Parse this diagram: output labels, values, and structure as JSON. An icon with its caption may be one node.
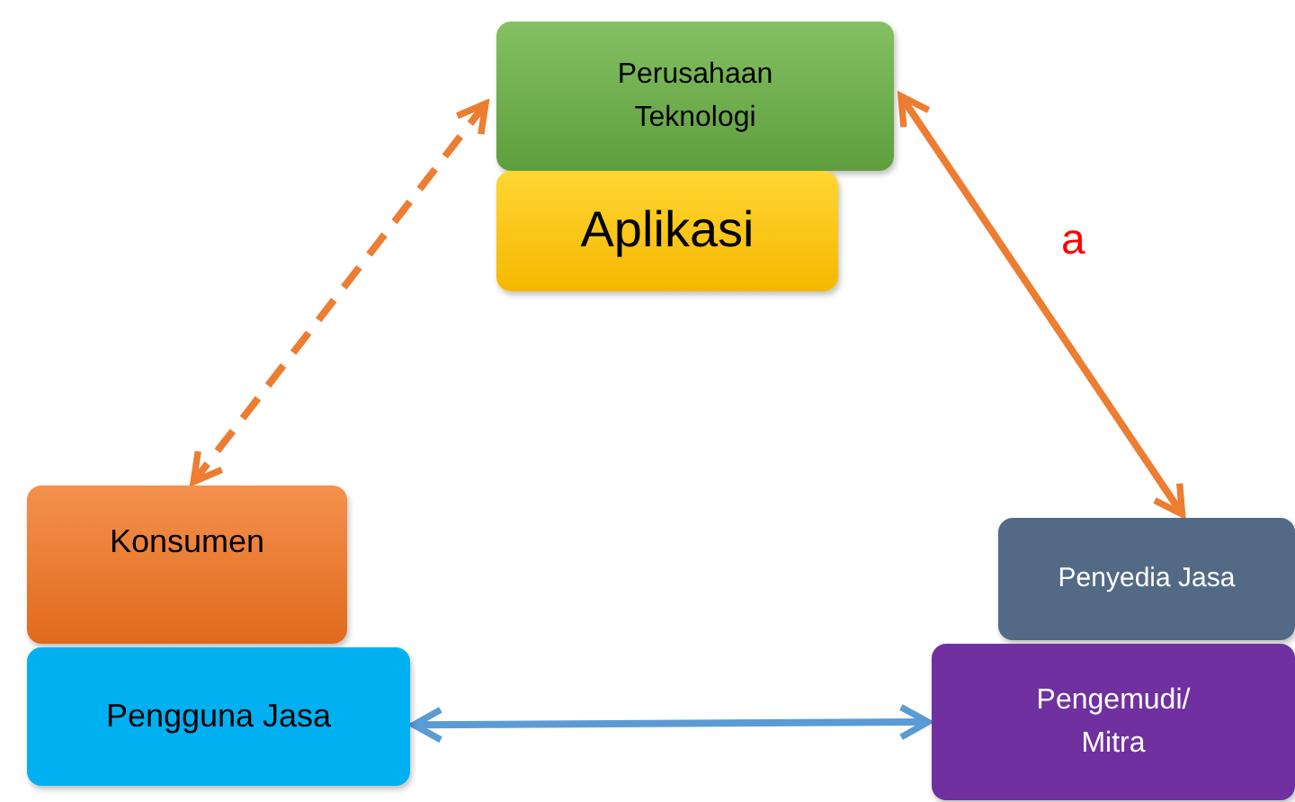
{
  "diagram": {
    "nodes": [
      {
        "text": [
          "Perusahaan Teknologi"
        ]
      },
      {
        "text": [
          "Aplikasi"
        ]
      },
      {
        "text": [
          "Konsumen"
        ]
      },
      {
        "text": [
          "Pengguna Jasa"
        ]
      },
      {
        "text": [
          "Penyedia Jasa"
        ]
      },
      {
        "text": [
          "Pengemudi/ Mitra"
        ]
      }
    ],
    "edges": [
      {
        "from": 0,
        "to": 2,
        "arrow": "both",
        "style": "dashed"
      },
      {
        "from": 0,
        "to": 4,
        "arrow": "both",
        "label": "a"
      },
      {
        "from": 3,
        "to": 5,
        "arrow": "both",
        "color": "#5b9bd5"
      }
    ]
  }
}
